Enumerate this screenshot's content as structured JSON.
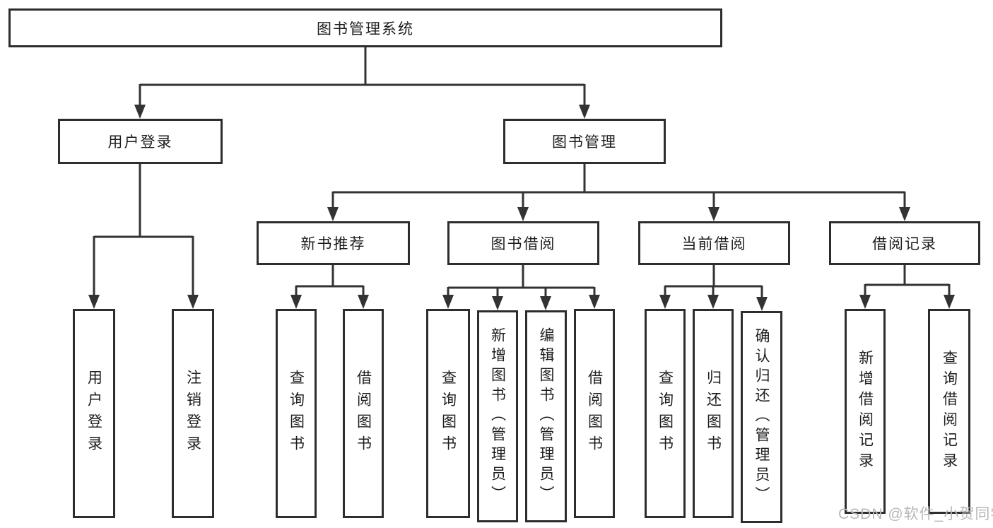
{
  "diagram": {
    "title": "图书管理系统",
    "nodes": {
      "root": "图书管理系统",
      "user_login": "用户登录",
      "book_mgmt": "图书管理",
      "new_book_rec": "新书推荐",
      "book_borrow": "图书借阅",
      "current_borrow": "当前借阅",
      "borrow_records": "借阅记录",
      "leaf_user_login": "用户登录",
      "leaf_logout": "注销登录",
      "leaf_rec_query_book": "查询图书",
      "leaf_rec_borrow_book": "借阅图书",
      "leaf_bb_query_book": "查询图书",
      "leaf_bb_add_book": "新增图书（管理员）",
      "leaf_bb_edit_book": "编辑图书（管理员）",
      "leaf_bb_borrow_book": "借阅图书",
      "leaf_cb_query_book": "查询图书",
      "leaf_cb_return_book": "归还图书",
      "leaf_cb_confirm_return": "确认归还（管理员）",
      "leaf_br_add_record": "新增借阅记录",
      "leaf_br_query_record": "查询借阅记录"
    },
    "colors": {
      "line": "#333333",
      "box_border": "#2d2d2d",
      "text": "#1d1d1f",
      "watermark": "#b7b7bc",
      "background": "#ffffff"
    },
    "watermark": "CSDN @软件_小贺同学"
  }
}
